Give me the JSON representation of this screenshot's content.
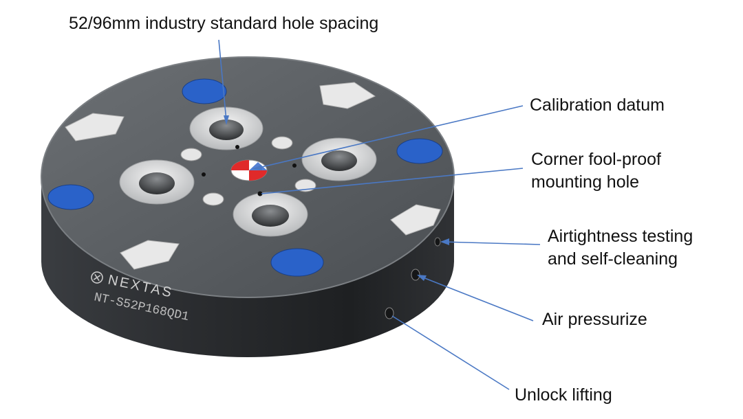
{
  "colors": {
    "leader_line": "#4a78c4",
    "body_dark": "#2a2c2f",
    "top_face": "#5f6367",
    "blue_pads": "#2a62c9",
    "datum_red": "#e02a2a"
  },
  "callouts": {
    "hole_spacing": "52/96mm industry standard hole spacing",
    "calibration_datum": "Calibration datum",
    "corner_fool_proof_line1": "Corner fool-proof",
    "corner_fool_proof_line2": "mounting hole",
    "airtightness_line1": "Airtightness testing",
    "airtightness_line2": "and self-cleaning",
    "air_pressurize": "Air pressurize",
    "unlock_lifting": "Unlock lifting"
  },
  "product": {
    "brand": "NEXTAS",
    "model": "NT-S52P168QD1"
  }
}
